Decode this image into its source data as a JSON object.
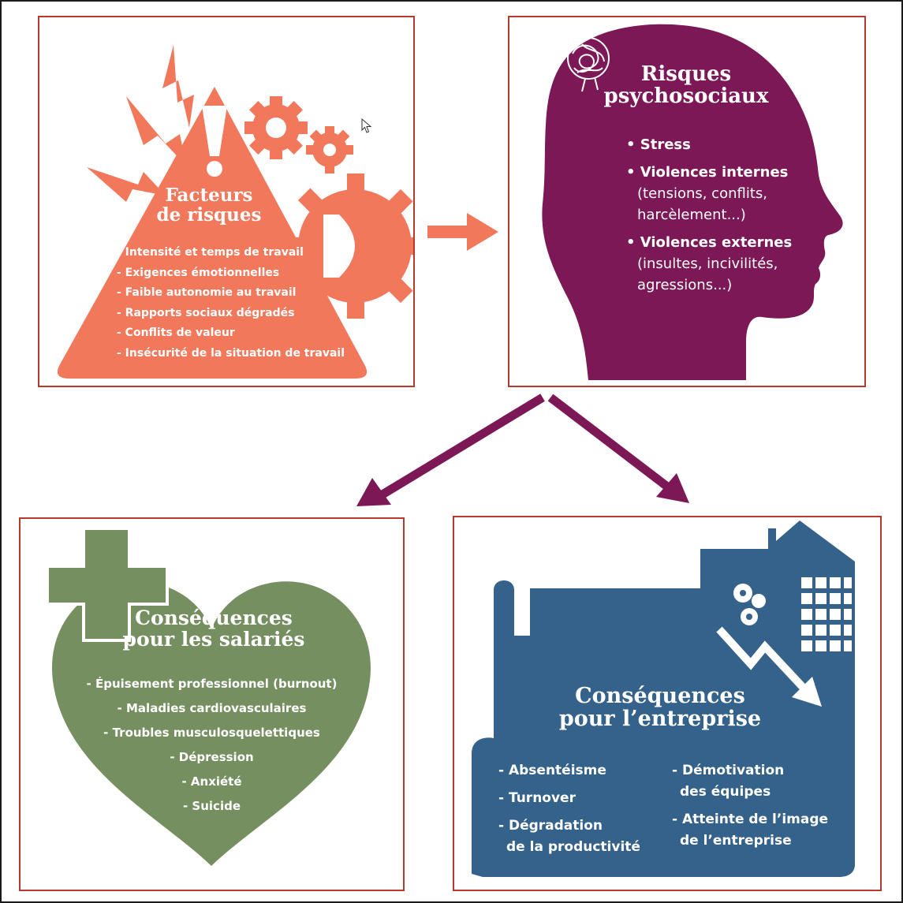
{
  "colors": {
    "orange": "#f2785c",
    "purple": "#7d1856",
    "green": "#768f60",
    "blue": "#35628a",
    "border": "#b83a2e"
  },
  "facteurs": {
    "title_line1": "Facteurs",
    "title_line2": "de risques",
    "items": [
      "- Intensité et temps de travail",
      "- Exigences émotionnelles",
      "- Faible autonomie au travail",
      "- Rapports sociaux dégradés",
      "- Conflits de valeur",
      "- Insécurité de la situation de travail"
    ]
  },
  "risques": {
    "title_line1": "Risques",
    "title_line2": "psychosociaux",
    "items": [
      {
        "head": "• Stress",
        "detail": []
      },
      {
        "head": "• Violences internes",
        "detail": [
          "(tensions, conflits,",
          "harcèlement...)"
        ]
      },
      {
        "head": "• Violences externes",
        "detail": [
          "(insultes, incivilités,",
          "agressions...)"
        ]
      }
    ]
  },
  "salaries": {
    "title_line1": "Conséquences",
    "title_line2": "pour les salariés",
    "items": [
      "- Épuisement professionnel (burnout)",
      "- Maladies cardiovasculaires",
      "- Troubles musculosquelettiques",
      "- Dépression",
      "- Anxiété",
      "- Suicide"
    ]
  },
  "entreprise": {
    "title_line1": "Conséquences",
    "title_line2": "pour l’entreprise",
    "items_left": [
      "- Absentéisme",
      "- Turnover",
      "- Dégradation",
      "de la productivité"
    ],
    "items_right": [
      "- Démotivation",
      "des équipes",
      "- Atteinte de l’image",
      "de l’entreprise"
    ]
  }
}
